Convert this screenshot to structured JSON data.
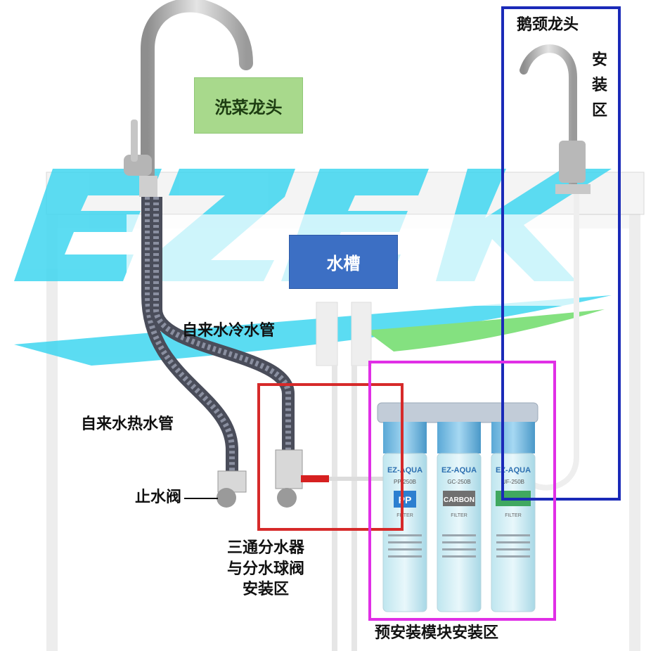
{
  "watermark_text": "EZEK",
  "labels": {
    "vegetable_faucet": "洗菜龙头",
    "sink": "水槽",
    "cold_pipe": "自来水冷水管",
    "hot_pipe": "自来水热水管",
    "stop_valve": "止水阀",
    "tee_area_line1": "三通分水器",
    "tee_area_line2": "与分水球阀",
    "tee_area_line3": "安装区",
    "gooseneck_title": "鹅颈龙头",
    "gooseneck_vertical": [
      "安",
      "装",
      "区"
    ],
    "module_area": "预安装模块安装区"
  },
  "filters": [
    {
      "brand": "EZ-AQUA",
      "model": "PP-250B",
      "type": "PP",
      "sub": "FILTER"
    },
    {
      "brand": "EZ-AQUA",
      "model": "GC-250B",
      "type": "CARBON",
      "sub": "FILTER"
    },
    {
      "brand": "EZ-AQUA",
      "model": "UF-250B",
      "type": "",
      "sub": "FILTER"
    }
  ],
  "colors": {
    "faucet_label_bg": "#a8d98c",
    "sink_label_bg": "#3c6fc4",
    "tee_zone": "#d62a2a",
    "gooseneck_zone": "#1a2ab8",
    "module_zone": "#e02fe6",
    "watermark_cyan": "#3fd6f0",
    "watermark_green": "#6fdc6a"
  }
}
